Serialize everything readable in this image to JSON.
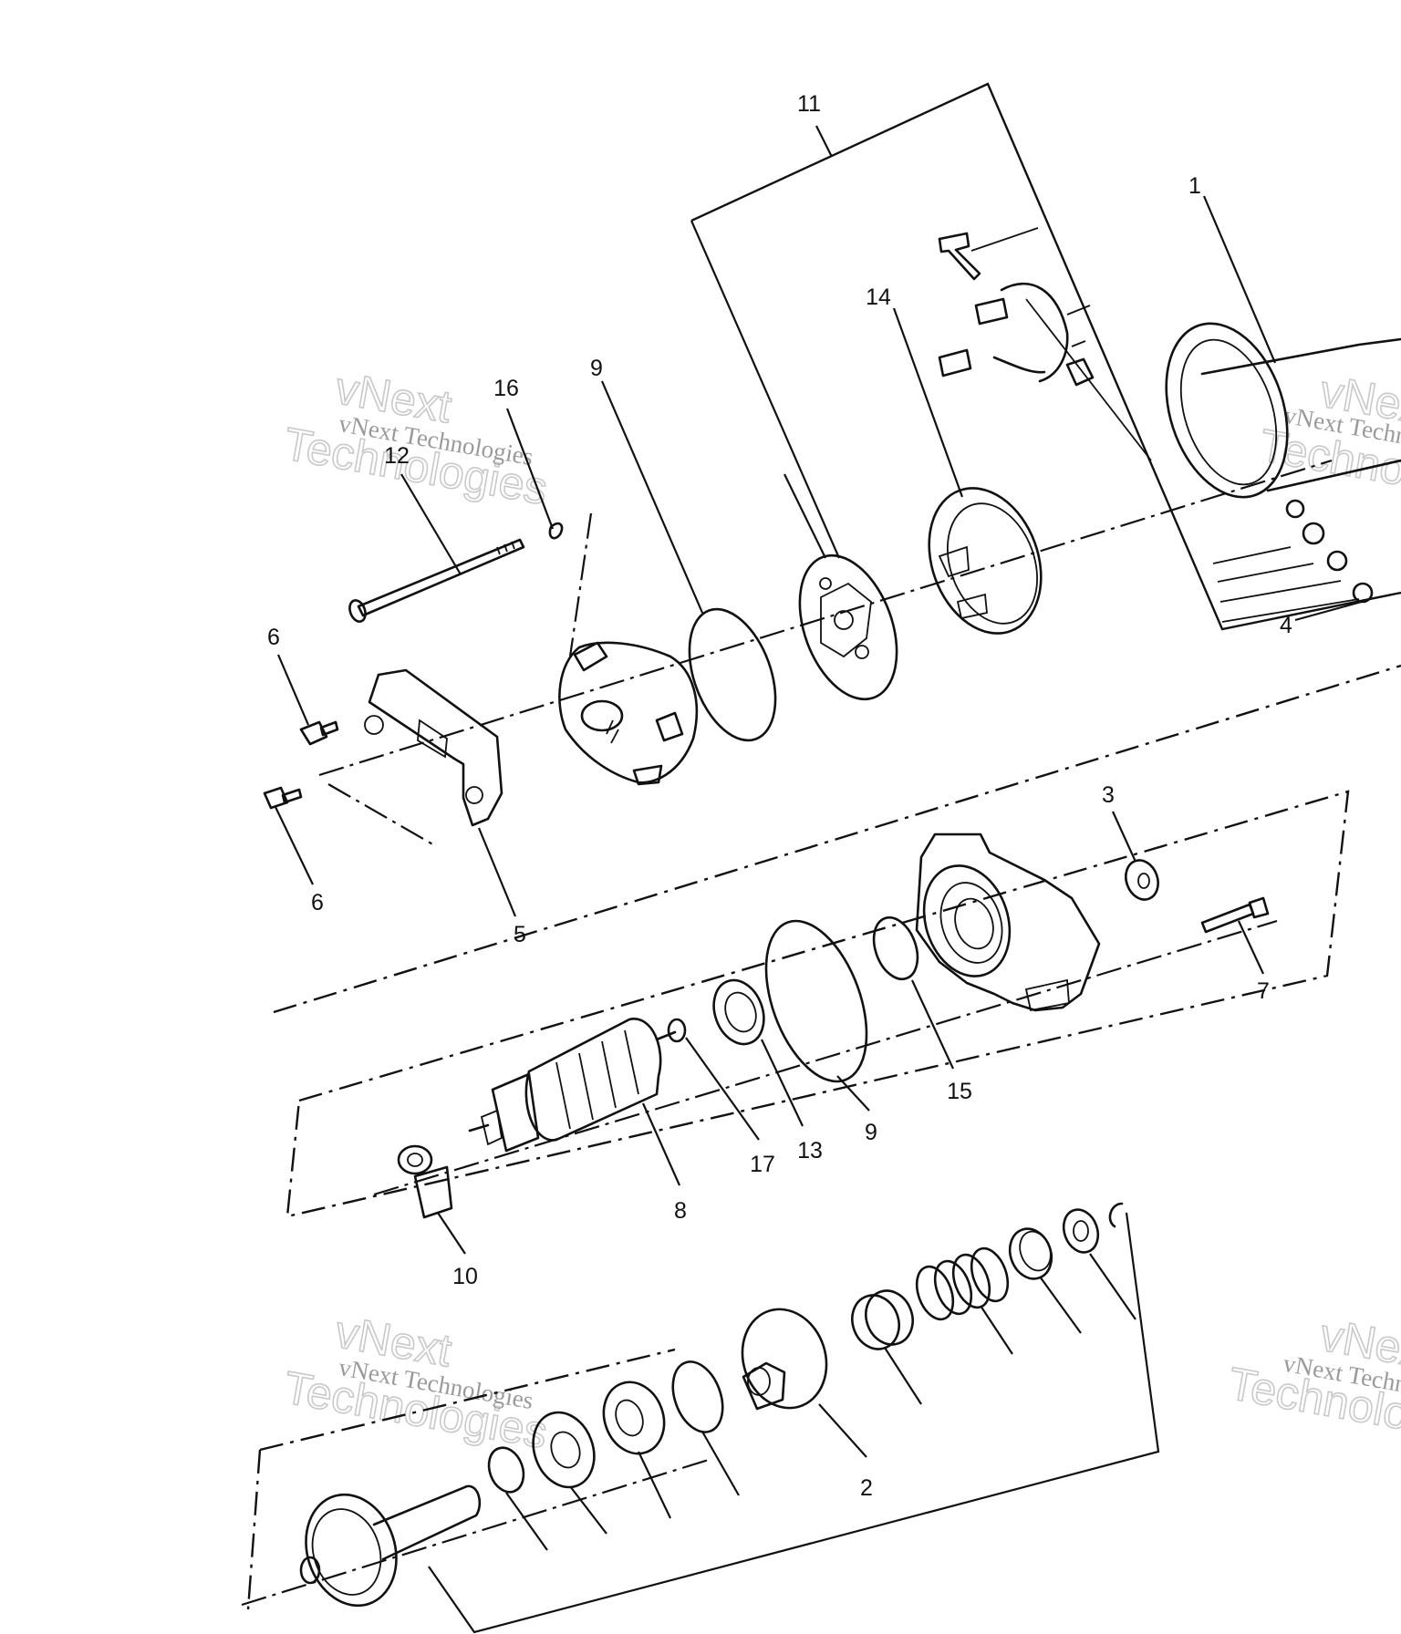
{
  "watermark": {
    "line1": "vNext Technologies",
    "line2a": "vNext",
    "line2b": "Technologies"
  },
  "callouts": {
    "c1": "1",
    "c2": "2",
    "c3": "3",
    "c4": "4",
    "c5": "5",
    "c6a": "6",
    "c6b": "6",
    "c7": "7",
    "c8": "8",
    "c9a": "9",
    "c9b": "9",
    "c10": "10",
    "c11": "11",
    "c12": "12",
    "c13": "13",
    "c14": "14",
    "c15": "15",
    "c16": "16",
    "c17": "17"
  }
}
